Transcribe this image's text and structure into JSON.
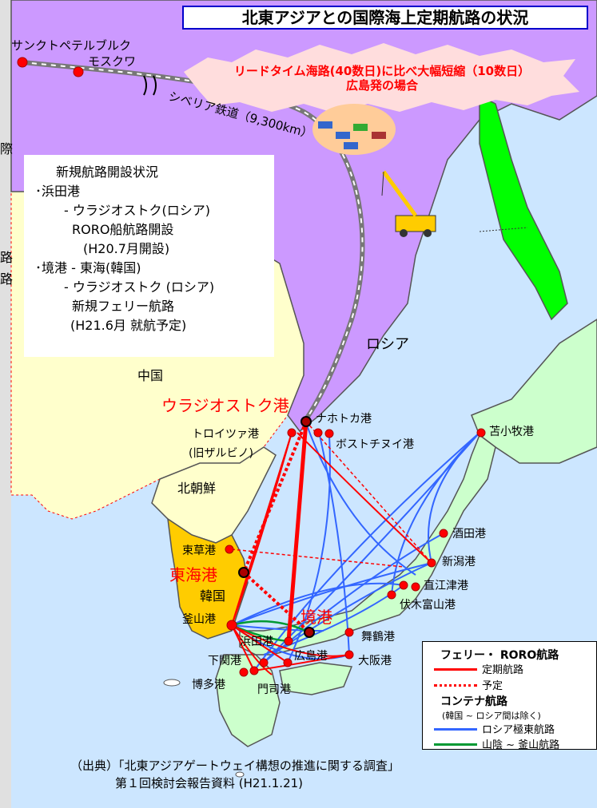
{
  "title": "北東アジアとの国際海上定期航路の状況",
  "lead_time_note": {
    "line1": "リードタイム海路(40数日)に比べ大幅短縮（10数日）",
    "line2": "広島発の場合"
  },
  "railway": {
    "city1": "サンクトペテルブルク",
    "city2": "モスクワ",
    "label": "シベリア鉄道（9,300km）"
  },
  "info_box": {
    "lines": [
      "新規航路開設状況",
      "･浜田港",
      "- ウラジオストク(ロシア)",
      "RORO船航路開設",
      "(H20.7月開設)",
      "･境港 - 東海(韓国)",
      "- ウラジオストク (ロシア)",
      "新規フェリー航路",
      "(H21.6月 就航予定)"
    ]
  },
  "regions": {
    "russia": "ロシア",
    "china": "中国",
    "north_korea": "北朝鮮",
    "south_korea": "韓国"
  },
  "ports": {
    "vladivostok": "ウラジオストク港",
    "nakhodka": "ナホトカ港",
    "troitsa": "トロイツァ港",
    "zarubino": "(旧ザルビノ)",
    "vostochny": "ボストチヌイ港",
    "tomakomai": "苫小牧港",
    "sakata": "酒田港",
    "niigata": "新潟港",
    "naoetsu": "直江津港",
    "fushiki": "伏木富山港",
    "sokcho": "束草港",
    "donghae": "東海港",
    "busan": "釜山港",
    "sakaiminato": "境港",
    "maizuru": "舞鶴港",
    "hamada": "浜田港",
    "shimonoseki": "下関港",
    "hakata": "博多港",
    "moji": "門司港",
    "hiroshima": "広島港",
    "osaka": "大阪港"
  },
  "legend": {
    "ferry_heading": "フェリー・ RORO航路",
    "regular": "定期航路",
    "planned": "予定",
    "container_heading": "コンテナ航路",
    "container_note": "(韓国 ~ ロシア間は除く)",
    "russia_far_east": "ロシア極東航路",
    "sanin_busan": "山陰 ~ 釜山航路"
  },
  "side_fragments": {
    "top": "際",
    "mid1": "路",
    "mid2": "路"
  },
  "source": {
    "line1": "（出典）「北東アジアゲートウェイ構想の推進に関する調査」",
    "line2": "第１回検討会報告資料 (H21.1.21)"
  },
  "colors": {
    "russia": "#cc99ff",
    "japan": "#ccffcc",
    "korea": "#ffcc00",
    "north_korea": "#ffffcc",
    "china": "#ffffcc",
    "sakhalin": "#00ff00",
    "sea": "#cce6ff",
    "regular_route": "#ff0000",
    "container_route": "#3366ff",
    "sanin_route": "#009933"
  }
}
